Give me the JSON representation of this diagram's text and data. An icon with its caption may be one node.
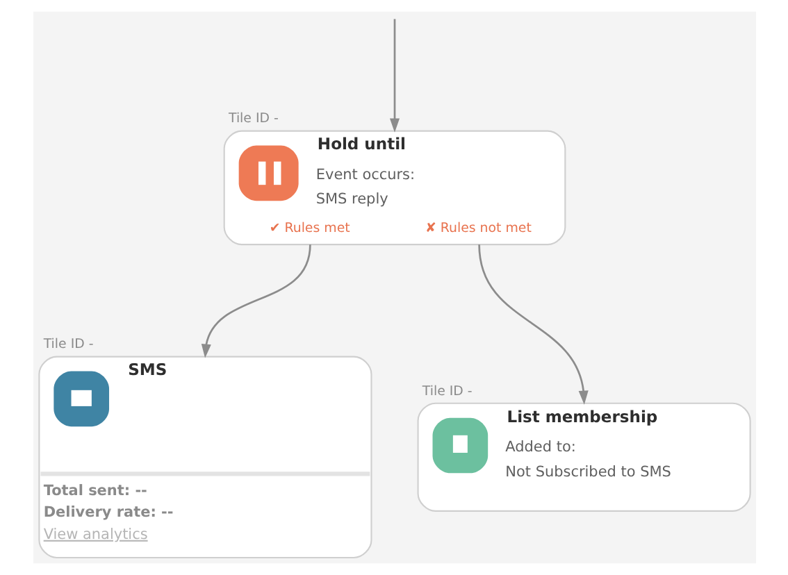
{
  "diagram": {
    "nodes": [
      {
        "text": [
          "Hold until",
          "Event occurs:",
          "SMS reply",
          "✔ Rules met",
          "✘ Rules not met"
        ],
        "beside": [
          "Tile ID -"
        ]
      },
      {
        "text": [
          "SMS",
          "Total sent: --",
          "Delivery rate: --",
          "View analytics"
        ],
        "beside": [
          "Tile ID -"
        ]
      },
      {
        "text": [
          "List membership",
          "Added to:",
          "Not Subscribed to SMS"
        ],
        "beside": [
          "Tile ID -"
        ]
      }
    ],
    "edges": [
      {
        "from": null,
        "to": 0,
        "arrow": "to"
      },
      {
        "from": 0,
        "to": 1,
        "arrow": "to"
      },
      {
        "from": 0,
        "to": 2,
        "arrow": "to"
      }
    ]
  }
}
